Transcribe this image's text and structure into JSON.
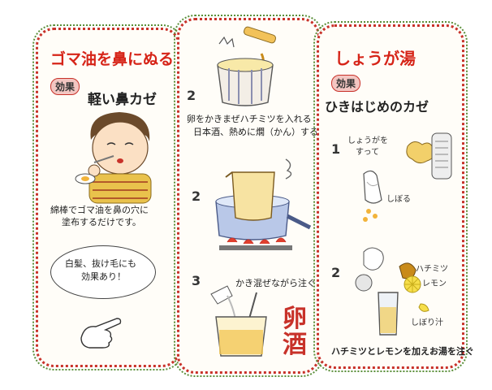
{
  "panel1": {
    "title": "ゴマ油を鼻にぬる",
    "effect_badge": "効果",
    "effect": "軽い鼻カゼ",
    "description_line1": "綿棒でゴマ油を鼻の穴に",
    "description_line2": "塗布するだけです。",
    "bubble_line1": "白髪、抜け毛にも",
    "bubble_line2": "効果あり！"
  },
  "panel2": {
    "step1_num": "2",
    "step1_line1": "卵をかきまぜハチミツを入れる",
    "step1_line2": "日本酒、熱めに燗（かん）する",
    "step2_num": "2",
    "step3_num": "3",
    "step3_text": "かき混ぜながら注ぐ",
    "title_char1": "卵",
    "title_char2": "酒"
  },
  "panel3": {
    "title": "しょうが湯",
    "effect_badge": "効果",
    "effect": "ひきはじめのカゼ",
    "step1_num": "1",
    "step1_label1": "しょうがを",
    "step1_label2": "すって",
    "step1_label3": "しぼる",
    "step2_num": "2",
    "step2_label1": "ハチミツ",
    "step2_label2": "レモン",
    "step2_label3": "しぼり汁",
    "footer": "ハチミツとレモンを加えお湯を注ぐ"
  }
}
